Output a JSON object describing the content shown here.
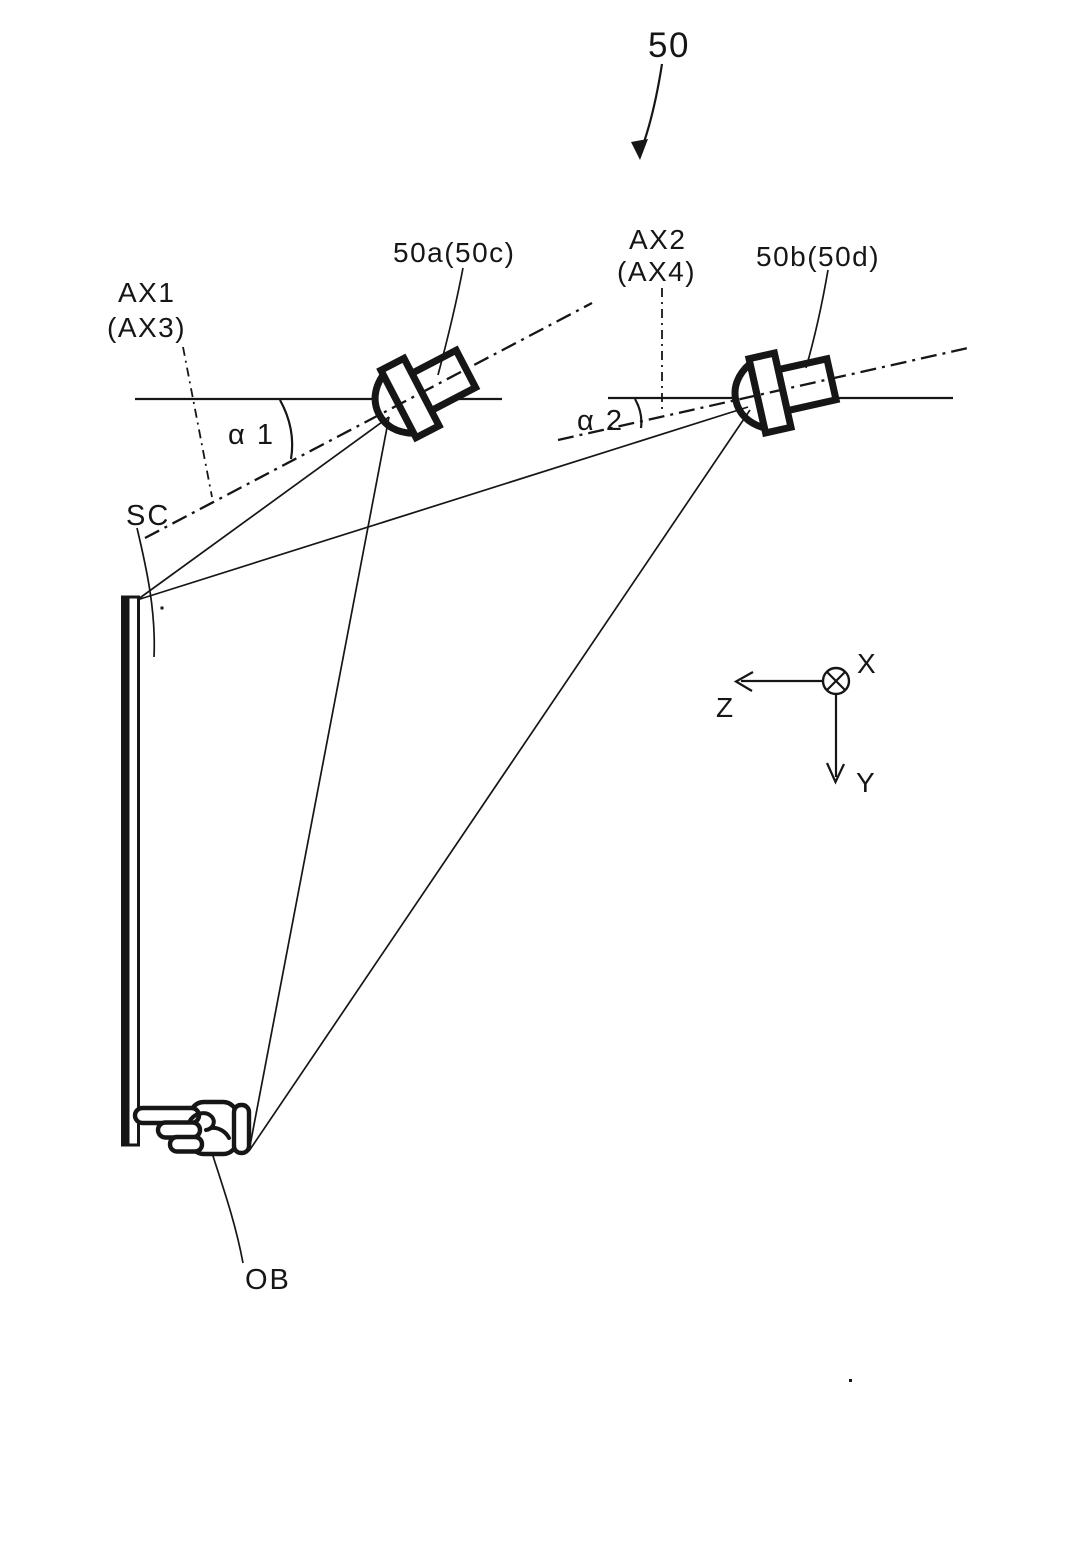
{
  "figure": {
    "reference_number": "50",
    "cameras": {
      "camera1_label": "50a(50c)",
      "camera2_label": "50b(50d)"
    },
    "optical_axes": {
      "axis1_name": "AX1",
      "axis1_alt": "(AX3)",
      "axis2_name": "AX2",
      "axis2_alt": "(AX4)"
    },
    "angles": {
      "angle1_label": "α 1",
      "angle2_label": "α 2"
    },
    "screen_label": "SC",
    "object_label": "OB",
    "coordinate_system": {
      "x_label": "X",
      "y_label": "Y",
      "z_label": "Z"
    },
    "colors": {
      "ink": "#161616",
      "background": "#ffffff"
    }
  }
}
